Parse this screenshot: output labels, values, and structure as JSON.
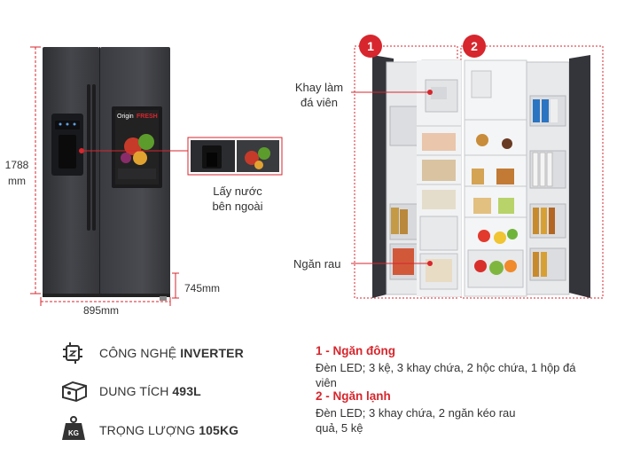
{
  "dimensions": {
    "height_value": "1788",
    "height_unit": "mm",
    "width": "895mm",
    "depth": "745mm"
  },
  "left_callout": {
    "line1": "Lấy nước",
    "line2": "bên ngoài"
  },
  "panel_labels": {
    "origin_fresh_origin": "Origin",
    "origin_fresh_fresh": "FRESH"
  },
  "zones": {
    "freezer_badge": "1",
    "fridge_badge": "2"
  },
  "right_callouts": {
    "ice_tray_line1": "Khay làm",
    "ice_tray_line2": "đá viên",
    "veg_drawer": "Ngăn rau"
  },
  "features": [
    {
      "label": "CÔNG NGHỆ ",
      "value": "INVERTER",
      "icon": "chip-icon"
    },
    {
      "label": "DUNG TÍCH ",
      "value": "493L",
      "icon": "capacity-icon"
    },
    {
      "label": "TRỌNG LƯỢNG ",
      "value": "105KG",
      "icon": "weight-icon"
    }
  ],
  "weight_icon_text": "KG",
  "specs": {
    "freezer_title": "1 - Ngăn đông",
    "freezer_desc": "Đèn LED; 3 kệ, 3 khay chứa, 2 hộc chứa, 1 hộp đá viên",
    "fridge_title": "2 - Ngăn lạnh",
    "fridge_desc": "Đèn LED; 3 khay chứa, 2 ngăn kéo rau quả, 5 kệ"
  },
  "colors": {
    "accent_red": "#d7262d",
    "dimension_red": "#d7262d",
    "door_steel": "#3a3b3f"
  }
}
